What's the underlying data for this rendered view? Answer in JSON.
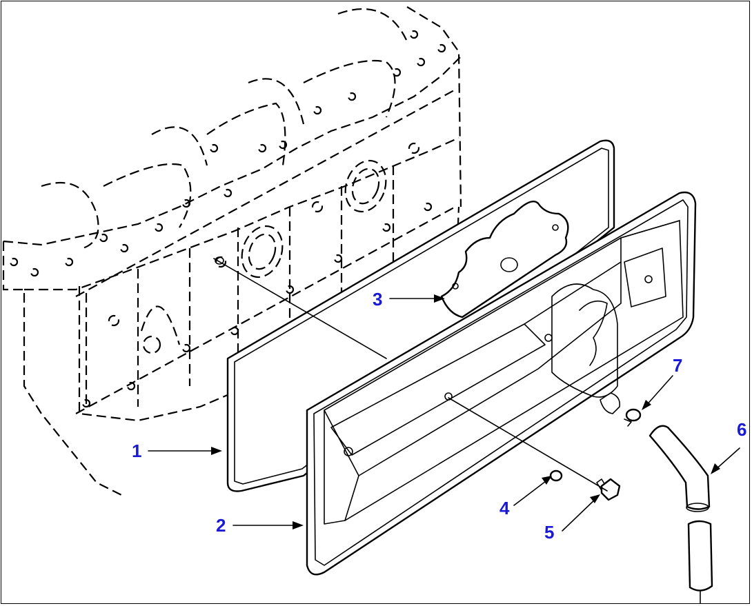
{
  "callouts": [
    {
      "id": "1",
      "label": "1"
    },
    {
      "id": "2",
      "label": "2"
    },
    {
      "id": "3",
      "label": "3"
    },
    {
      "id": "4",
      "label": "4"
    },
    {
      "id": "5",
      "label": "5"
    },
    {
      "id": "6",
      "label": "6"
    },
    {
      "id": "7",
      "label": "7"
    }
  ],
  "colors": {
    "callout": "#1a1ad6",
    "line": "#000000",
    "background": "#ffffff"
  }
}
